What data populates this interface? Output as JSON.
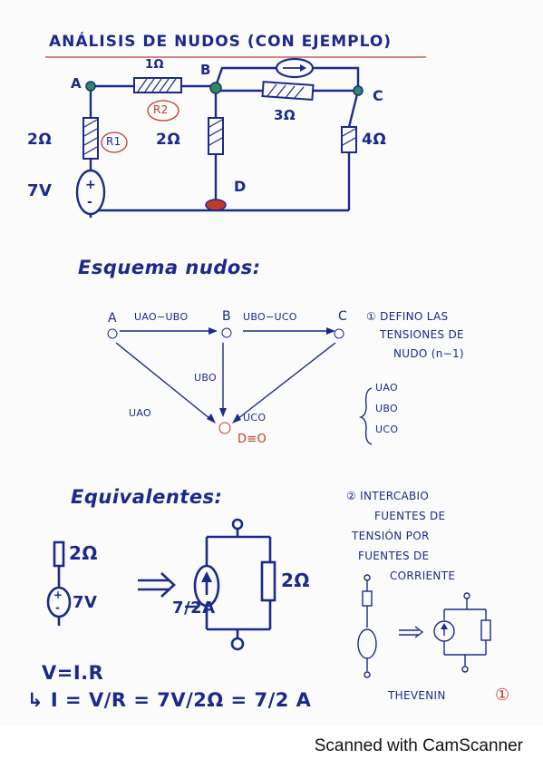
{
  "page": {
    "title": "ANÁLISIS DE NUDOS (CON EJEMPLO)",
    "footer": "Scanned with CamScanner"
  },
  "circuit": {
    "node_a": "A",
    "node_b": "B",
    "node_c": "C",
    "node_d": "D",
    "r2_value": "1Ω",
    "r2_tag": "R2",
    "r1_value": "2Ω",
    "r1_tag": "R1",
    "rbd_value": "2Ω",
    "rbc_value": "3Ω",
    "rcd_value": "4Ω",
    "source_value": "7V"
  },
  "scheme": {
    "heading": "Esquema nudos:",
    "labels": {
      "a": "A",
      "b": "B",
      "c": "C",
      "ab": "UAO−UBO",
      "bc": "UBO−UCO",
      "ubo": "UBO",
      "uao": "UAO",
      "uco": "UCO",
      "d": "D≡O"
    },
    "note": [
      "① DEFINO LAS",
      "TENSIONES DE",
      "NUDO (n−1)"
    ],
    "list": [
      "UAO",
      "UBO",
      "UCO"
    ]
  },
  "equivalents": {
    "heading": "Equivalentes:",
    "resistor": "2Ω",
    "voltage": "7V",
    "arrow": "⇒",
    "current": "7/2A",
    "resistor_right": "2Ω",
    "note": [
      "② INTERCABIO",
      "FUENTES DE",
      "TENSIÓN POR",
      "FUENTES DE",
      "CORRIENTE"
    ],
    "thevenin": "THEVENIN",
    "page_number": "①"
  },
  "formulas": {
    "line1": "V=I.R",
    "line2": "↳ I = V/R = 7V/2Ω = 7/2 A"
  },
  "colors": {
    "ink": "#1b2a8a",
    "accent": "#c0392b",
    "node_fill": "#2e8b57"
  }
}
